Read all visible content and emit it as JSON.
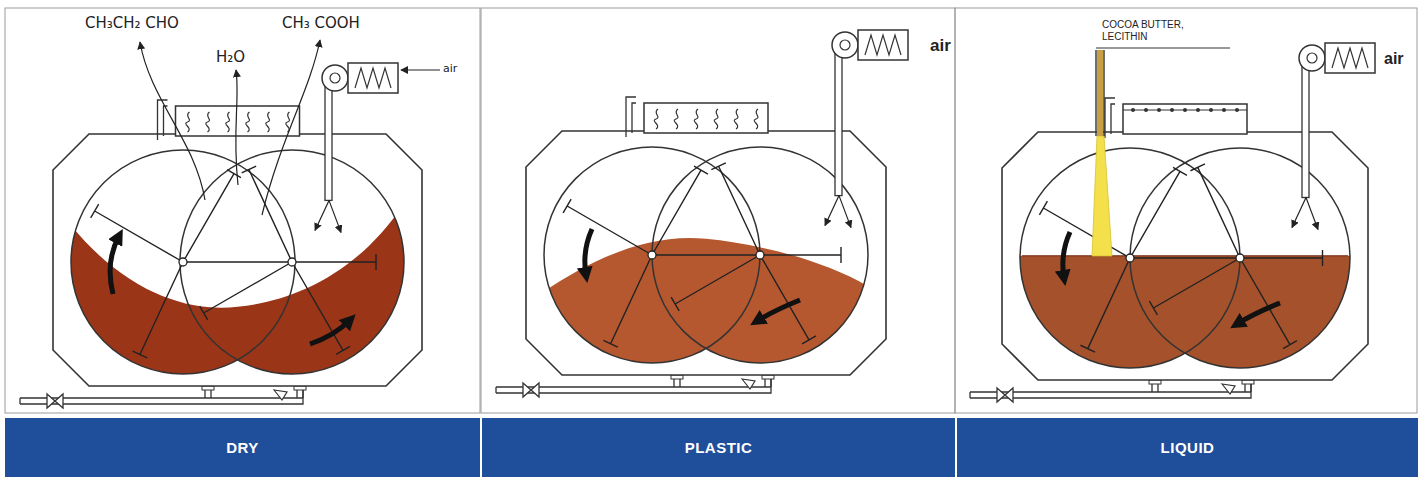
{
  "diagram": {
    "nodes": [
      {
        "text": [
          "DRY"
        ]
      },
      {
        "text": [
          "PLASTIC"
        ]
      },
      {
        "text": [
          "LIQUID"
        ]
      }
    ],
    "labels": [
      "CH₃CH₂ CHO",
      "H₂O",
      "CH₃ COOH",
      "air",
      "air",
      "COCOA BUTTER, LECITHIN",
      "air"
    ]
  }
}
